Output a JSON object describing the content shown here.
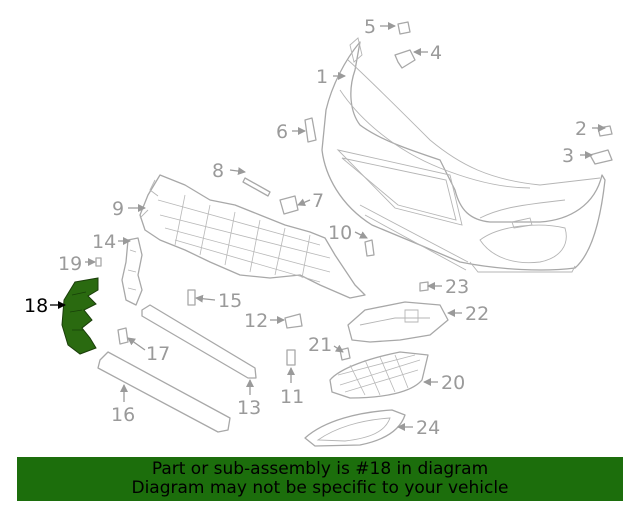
{
  "diagram": {
    "highlight_color": "#2a6a10",
    "callouts": [
      {
        "id": "1",
        "label": "1"
      },
      {
        "id": "2",
        "label": "2"
      },
      {
        "id": "3",
        "label": "3"
      },
      {
        "id": "4",
        "label": "4"
      },
      {
        "id": "5",
        "label": "5"
      },
      {
        "id": "6",
        "label": "6"
      },
      {
        "id": "7",
        "label": "7"
      },
      {
        "id": "8",
        "label": "8"
      },
      {
        "id": "9",
        "label": "9"
      },
      {
        "id": "10",
        "label": "10"
      },
      {
        "id": "11",
        "label": "11"
      },
      {
        "id": "12",
        "label": "12"
      },
      {
        "id": "13",
        "label": "13"
      },
      {
        "id": "14",
        "label": "14"
      },
      {
        "id": "15",
        "label": "15"
      },
      {
        "id": "16",
        "label": "16"
      },
      {
        "id": "17",
        "label": "17"
      },
      {
        "id": "18",
        "label": "18",
        "highlighted": true
      },
      {
        "id": "19",
        "label": "19"
      },
      {
        "id": "20",
        "label": "20"
      },
      {
        "id": "21",
        "label": "21"
      },
      {
        "id": "22",
        "label": "22"
      },
      {
        "id": "23",
        "label": "23"
      },
      {
        "id": "24",
        "label": "24"
      }
    ]
  },
  "banner": {
    "line1": "Part or sub-assembly is #18 in diagram",
    "line2": "Diagram may not be specific to your vehicle",
    "color": "#1c6e0c"
  }
}
